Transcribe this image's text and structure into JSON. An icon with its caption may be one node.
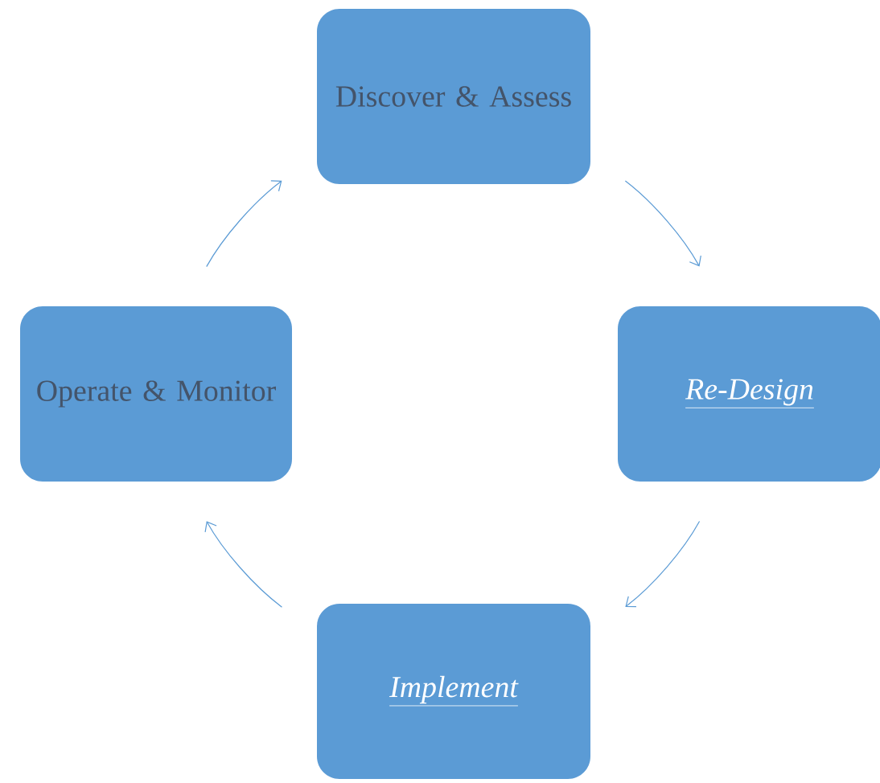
{
  "diagram": {
    "nodes": [
      {
        "text": [
          "Discover & Assess"
        ]
      },
      {
        "text": [
          "Re-Design"
        ]
      },
      {
        "text": [
          "Implement"
        ]
      },
      {
        "text": [
          "Operate & Monitor"
        ]
      }
    ],
    "edges": [
      {
        "from": 0,
        "to": 1,
        "arrow": "to"
      },
      {
        "from": 1,
        "to": 2,
        "arrow": "to"
      },
      {
        "from": 2,
        "to": 3,
        "arrow": "to"
      },
      {
        "from": 3,
        "to": 0,
        "arrow": "to"
      }
    ]
  }
}
